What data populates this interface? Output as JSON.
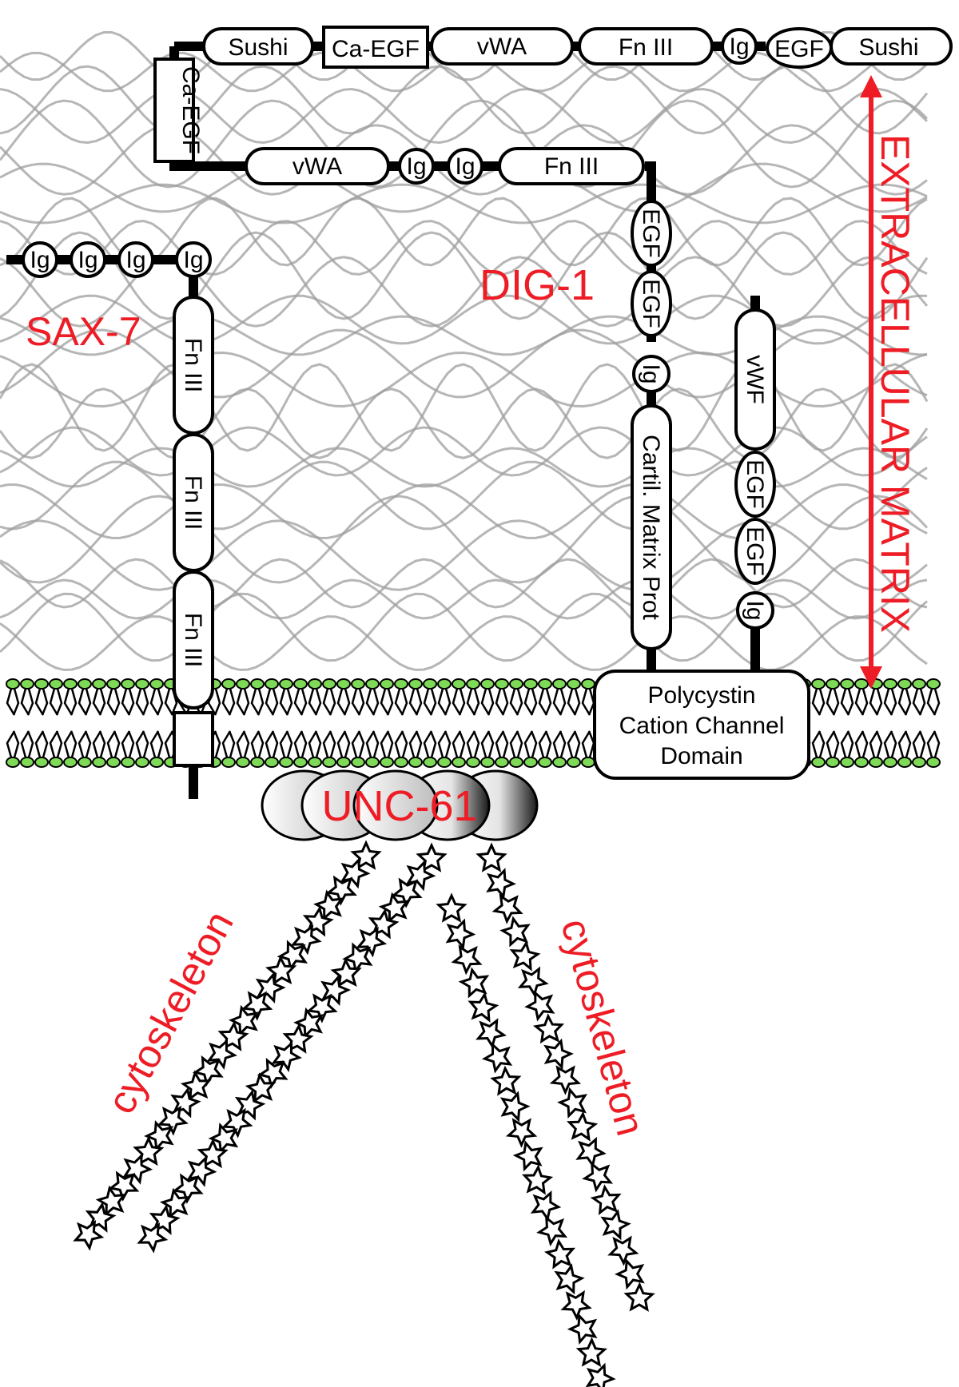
{
  "labels": {
    "sax7": "SAX-7",
    "dig1": "DIG-1",
    "unc61": "UNC-61",
    "extracellular_matrix": "EXTRACELLULAR MATRIX",
    "cytoskeleton_left": "cytoskeleton",
    "cytoskeleton_right": "cytoskeleton"
  },
  "dig1_top_row": [
    "Sushi",
    "Ca-EGF",
    "vWA",
    "Fn III",
    "Ig",
    "EGF",
    "Sushi"
  ],
  "dig1_ca_egf_vertical": "Ca-EGF",
  "dig1_second_row": [
    "vWA",
    "Ig",
    "Ig",
    "Fn III"
  ],
  "dig1_column": [
    "EGF",
    "EGF",
    "Ig",
    "Cartil. Matrix Prot"
  ],
  "sax7_ig_row": [
    "Ig",
    "Ig",
    "Ig",
    "Ig"
  ],
  "sax7_column": [
    "Fn III",
    "Fn III",
    "Fn III"
  ],
  "channel_column": [
    "vWF",
    "EGF",
    "EGF",
    "Ig"
  ],
  "channel_domain": [
    "Polycystin",
    "Cation Channel",
    "Domain"
  ],
  "colors": {
    "label_red": "#ee1c25",
    "lipid_head_green": "#7ed957",
    "fiber_gray": "#9e9e9e",
    "outline_black": "#000000"
  }
}
